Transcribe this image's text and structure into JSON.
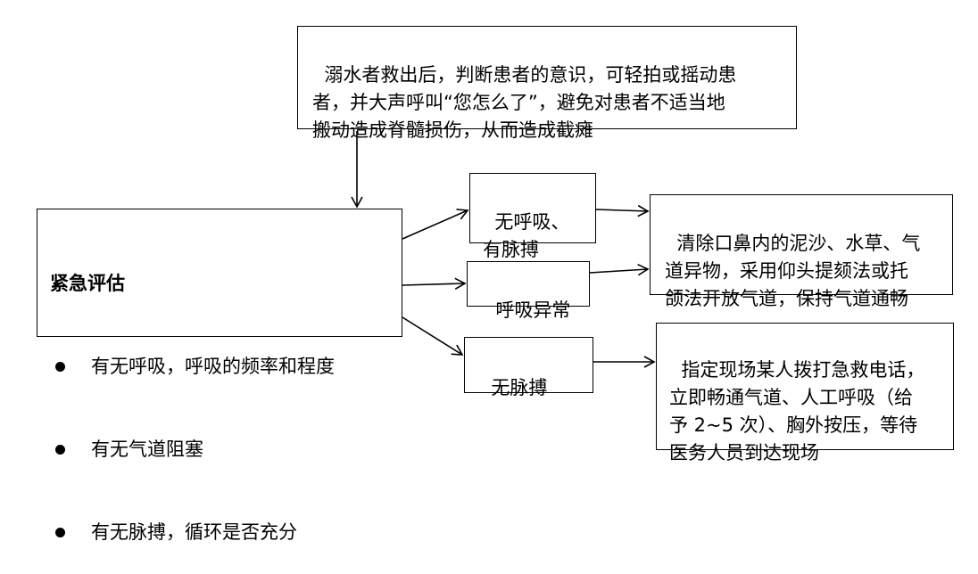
{
  "diagram": {
    "top_text": "溺水者救出后，判断患者的意识，可轻拍或摇动患\n者，并大声呼叫“您怎么了”，避免对患者不适当地\n搬动造成脊髓损伤，从而造成截瘫",
    "assessment": {
      "title": "紧急评估",
      "items": [
        "有无呼吸，呼吸的频率和程度",
        "有无气道阻塞",
        "有无脉搏，循环是否充分"
      ]
    },
    "branches": {
      "no_breath_pulse": "无呼吸、\n有脉搏",
      "abnormal_breath": "呼吸异常",
      "no_pulse": "无脉搏"
    },
    "actions": {
      "clear_airway": "清除口鼻内的泥沙、水草、气\n道异物，采用仰头提颏法或托\n颌法开放气道，保持气道通畅",
      "cpr": "指定现场某人拨打急救电话，\n立即畅通气道、人工呼吸（给\n予 2~5 次）、胸外按压，等待\n医务人员到达现场"
    }
  }
}
